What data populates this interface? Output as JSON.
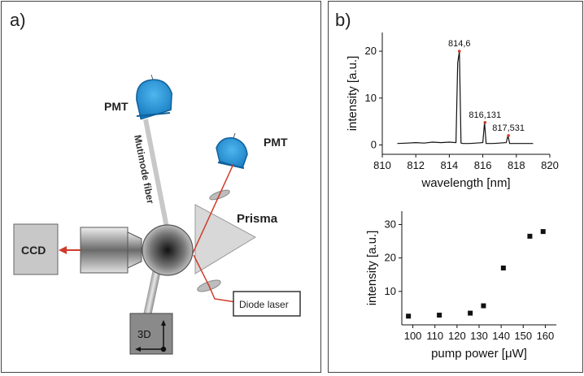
{
  "panel_a": {
    "label": "a)",
    "pmt_top_label": "PMT",
    "pmt_right_label": "PMT",
    "fiber_label": "Mutimode fiber",
    "prism_label": "Prisma",
    "ccd_label": "CCD",
    "laser_label": "Diode laser",
    "stage_label": "3D",
    "colors": {
      "pmt": "#1e8fd6",
      "beam": "#d03a2a",
      "box": "#c8c8c8"
    },
    "icons": [
      "pmt-icon",
      "objective-icon",
      "sample-sphere-icon",
      "prism-icon",
      "lens-icon",
      "3d-axes-icon"
    ]
  },
  "panel_b": {
    "label": "b)"
  },
  "chart_data": [
    {
      "type": "line",
      "xlabel": "wavelength [nm]",
      "ylabel": "intensity [a.u.]",
      "xlim": [
        810,
        820
      ],
      "ylim": [
        -2,
        24
      ],
      "xticks": [
        810,
        812,
        814,
        816,
        818,
        820
      ],
      "yticks": [
        0,
        10,
        20
      ],
      "x": [
        810.9,
        811.5,
        812.0,
        812.5,
        813.0,
        813.5,
        814.0,
        814.4,
        814.5,
        814.6,
        814.7,
        814.8,
        815.2,
        815.6,
        816.0,
        816.1,
        816.2,
        816.6,
        817.0,
        817.4,
        817.5,
        817.6,
        818.0,
        818.5,
        819.0
      ],
      "y": [
        0.3,
        0.4,
        0.5,
        0.4,
        0.6,
        0.5,
        0.6,
        0.5,
        17.5,
        20.0,
        0.4,
        0.3,
        0.3,
        0.4,
        0.5,
        4.8,
        0.3,
        0.3,
        0.4,
        0.5,
        2.0,
        0.3,
        0.3,
        0.3,
        0.3
      ],
      "annotations": [
        {
          "x": 814.6,
          "y": 20.0,
          "text": "814,6"
        },
        {
          "x": 816.131,
          "y": 4.8,
          "text": "816,131"
        },
        {
          "x": 817.531,
          "y": 2.0,
          "text": "817,531"
        }
      ]
    },
    {
      "type": "scatter",
      "xlabel": "pump power [μW]",
      "ylabel": "intensity [a.u.]",
      "xlim": [
        95,
        165
      ],
      "ylim": [
        0,
        34
      ],
      "xticks": [
        100,
        110,
        120,
        130,
        140,
        150,
        160
      ],
      "yticks": [
        10,
        20,
        30
      ],
      "x": [
        98,
        112,
        126,
        132,
        141,
        153,
        159
      ],
      "y": [
        2.6,
        2.9,
        3.5,
        5.7,
        17.0,
        26.5,
        27.9
      ]
    }
  ]
}
